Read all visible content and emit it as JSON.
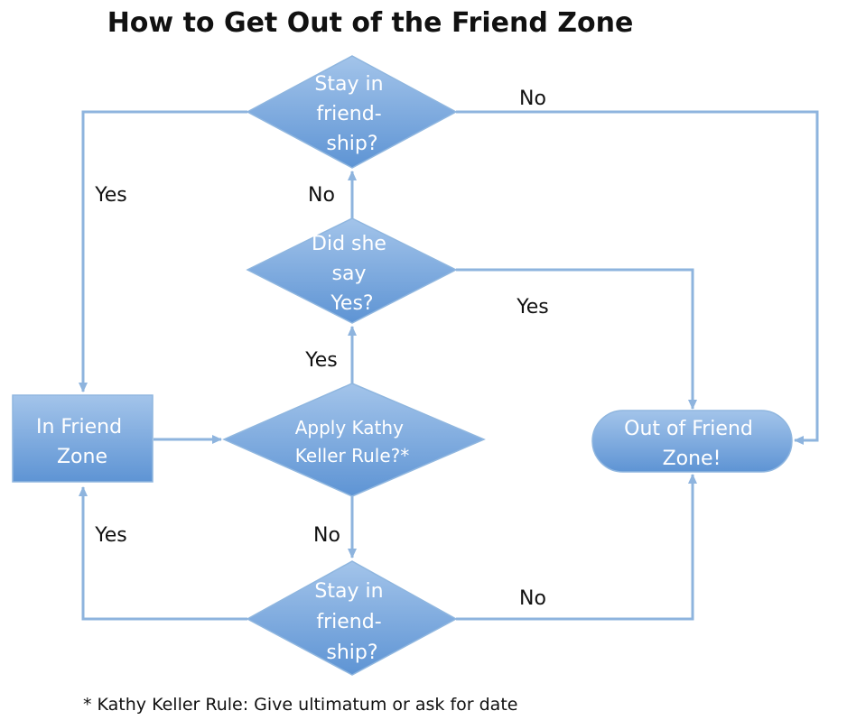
{
  "title": "How to Get Out of the Friend Zone",
  "nodes": {
    "stay_top": [
      "Stay in",
      "friend-",
      "ship?"
    ],
    "did_she_say_yes": [
      "Did she",
      "say",
      "Yes?"
    ],
    "apply_rule": [
      "Apply Kathy",
      "Keller Rule?*"
    ],
    "stay_bottom": [
      "Stay in",
      "friend-",
      "ship?"
    ],
    "in_friend_zone": [
      "In Friend",
      "Zone"
    ],
    "out_of_friend_zone": [
      "Out of Friend",
      "Zone!"
    ]
  },
  "edge_labels": {
    "stay_top_no": "No",
    "stay_top_yes": "Yes",
    "did_she_no": "No",
    "did_she_yes": "Yes",
    "apply_yes": "Yes",
    "apply_no": "No",
    "stay_bottom_yes": "Yes",
    "stay_bottom_no": "No"
  },
  "footnote": "* Kathy Keller Rule: Give ultimatum or ask for date",
  "colors": {
    "node_fill_top": "#a3c4ea",
    "node_fill_bottom": "#5e94d4",
    "edge": "#8eb4de"
  }
}
